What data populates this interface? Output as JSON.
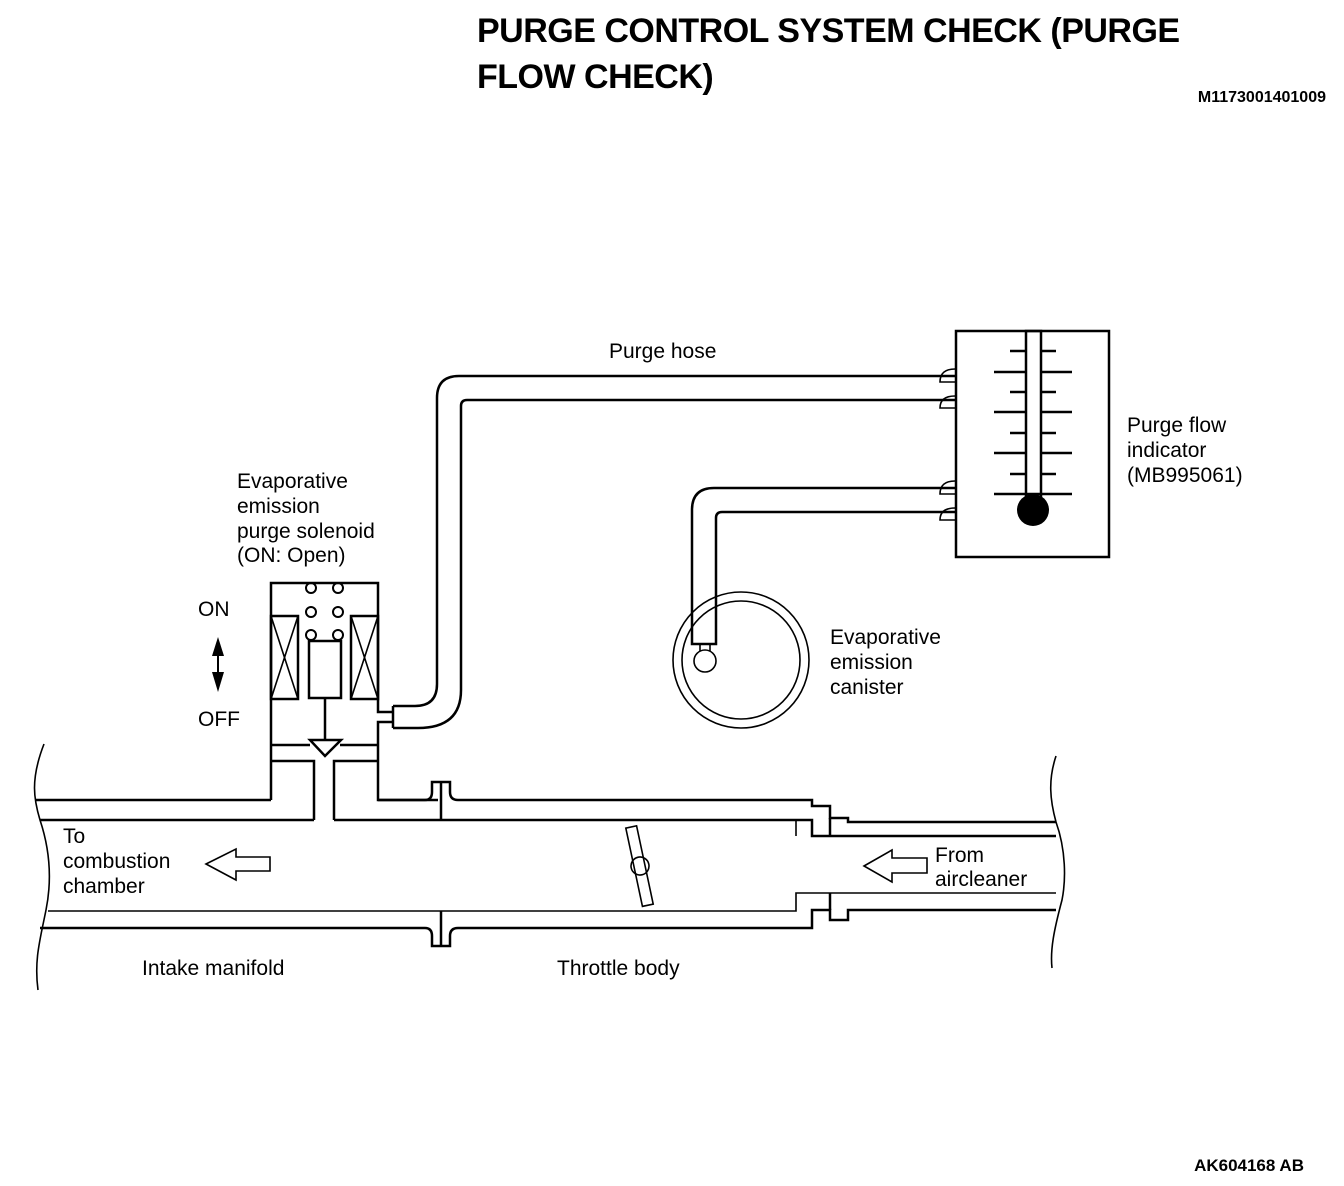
{
  "header": {
    "title": "PURGE CONTROL SYSTEM CHECK (PURGE FLOW CHECK)",
    "document_id": "M1173001401009"
  },
  "figure_id": "AK604168 AB",
  "labels": {
    "purge_hose": "Purge hose",
    "purge_flow_indicator": [
      "Purge flow",
      "indicator",
      "(MB995061)"
    ],
    "solenoid": [
      "Evaporative",
      "emission",
      "purge solenoid",
      "(ON: Open)"
    ],
    "switch_on": "ON",
    "switch_off": "OFF",
    "canister": [
      "Evaporative",
      "emission",
      "canister"
    ],
    "to_combustion": [
      "To",
      "combustion",
      "chamber"
    ],
    "from_aircleaner": [
      "From",
      "aircleaner"
    ],
    "intake_manifold": "Intake manifold",
    "throttle_body": "Throttle body"
  }
}
